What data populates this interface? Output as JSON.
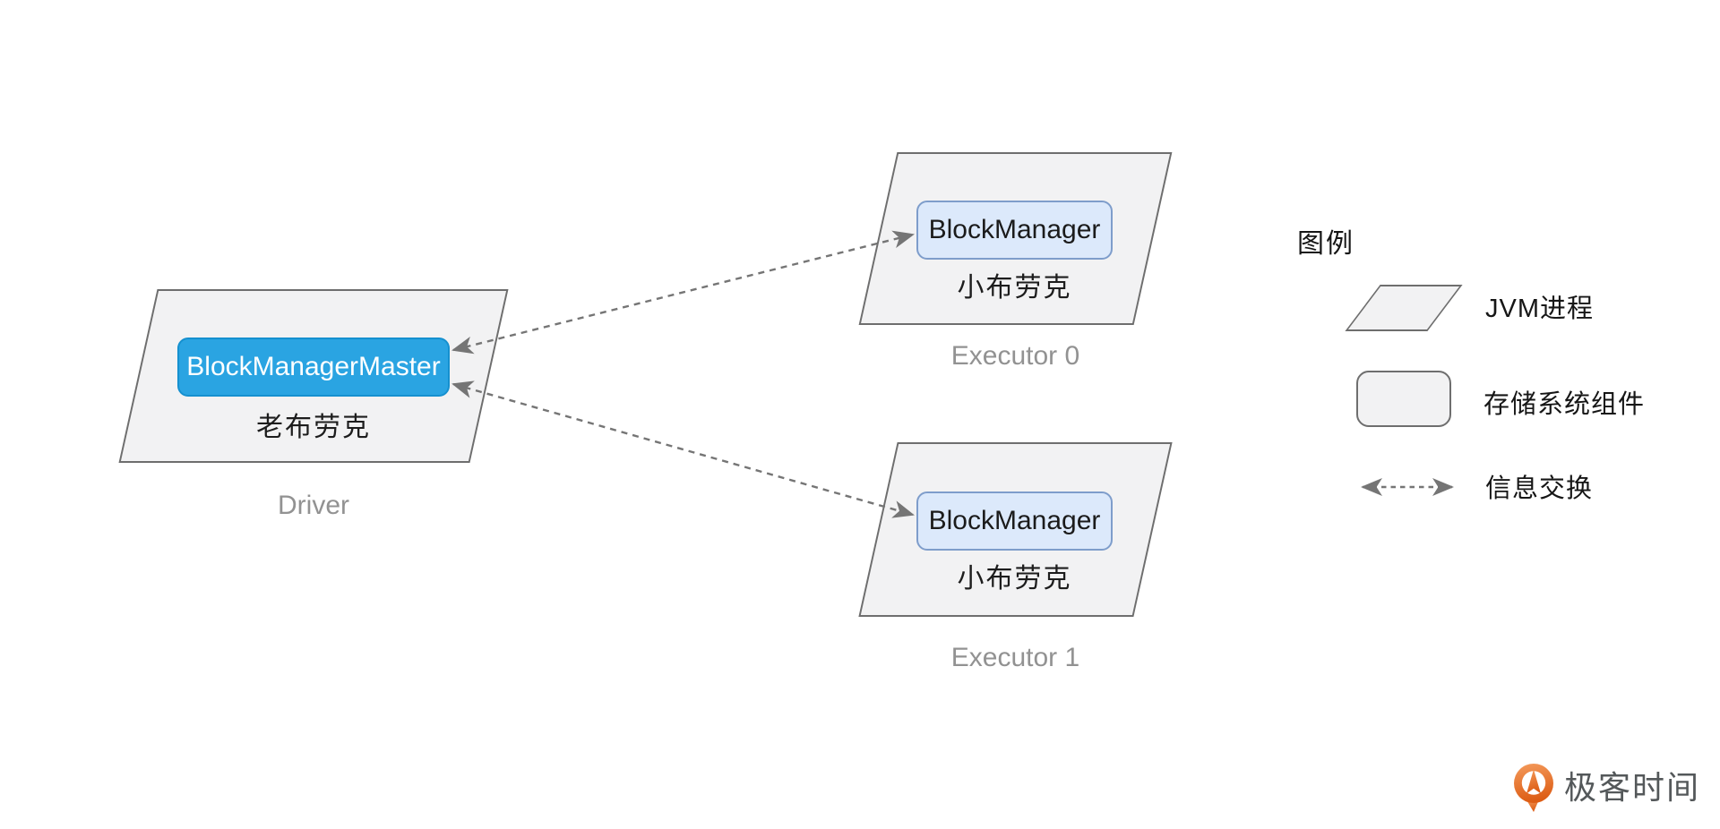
{
  "diagram": {
    "driver": {
      "process_label": "Driver",
      "component": "BlockManagerMaster",
      "nickname": "老布劳克"
    },
    "executors": [
      {
        "process_label": "Executor 0",
        "component": "BlockManager",
        "nickname": "小布劳克"
      },
      {
        "process_label": "Executor 1",
        "component": "BlockManager",
        "nickname": "小布劳克"
      }
    ],
    "legend": {
      "title": "图例",
      "items": [
        {
          "symbol": "parallelogram",
          "label": "JVM进程"
        },
        {
          "symbol": "rounded-rectangle",
          "label": "存储系统组件"
        },
        {
          "symbol": "dashed-double-arrow",
          "label": "信息交换"
        }
      ]
    },
    "branding": {
      "logo_text": "极客时间"
    },
    "colors": {
      "master_fill": "#2aa4e2",
      "master_border": "#1590cf",
      "manager_fill": "#dce9fb",
      "manager_border": "#7e9dcb",
      "process_fill": "#f2f2f3",
      "process_border": "#6e6e6e",
      "arrow": "#757575",
      "caption": "#929292",
      "logo_orange": "#e8701f"
    }
  }
}
